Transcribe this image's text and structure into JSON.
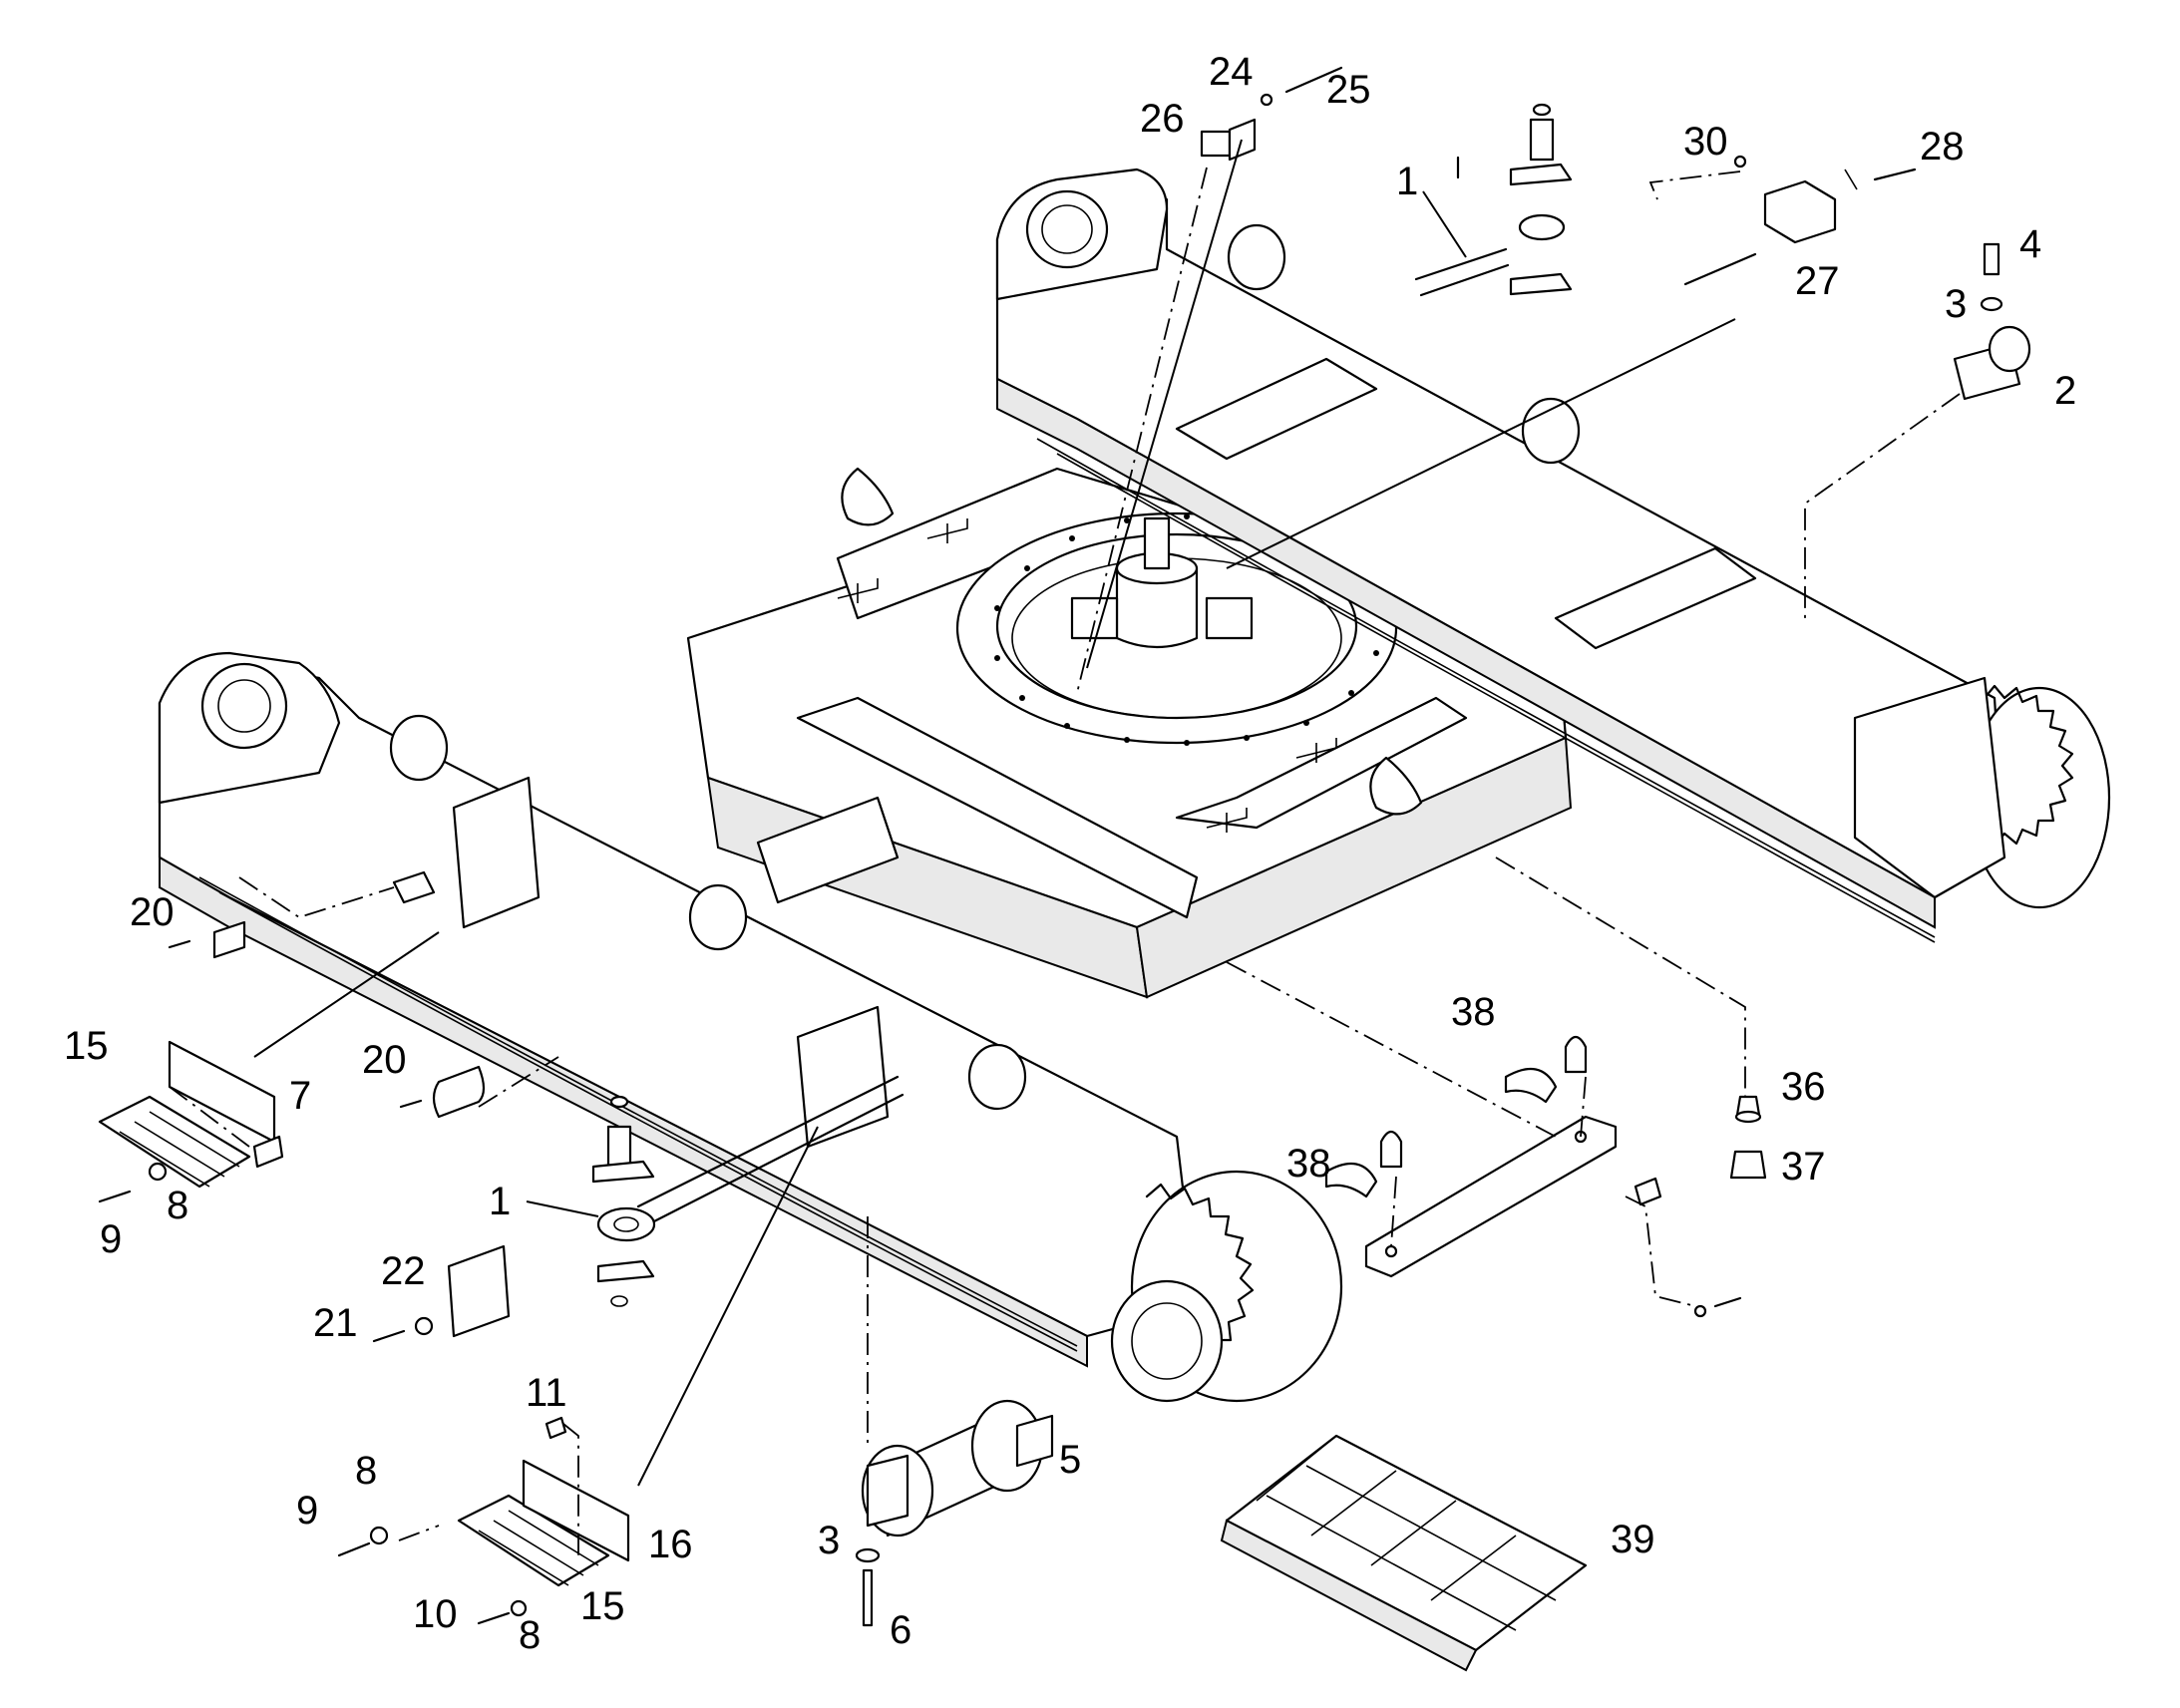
{
  "callouts": [
    "1",
    "1",
    "2",
    "3",
    "3",
    "4",
    "5",
    "6",
    "7",
    "8",
    "8",
    "8",
    "9",
    "9",
    "10",
    "11",
    "15",
    "15",
    "16",
    "20",
    "20",
    "21",
    "22",
    "24",
    "25",
    "26",
    "27",
    "28",
    "30",
    "36",
    "37",
    "38",
    "38",
    "39"
  ]
}
